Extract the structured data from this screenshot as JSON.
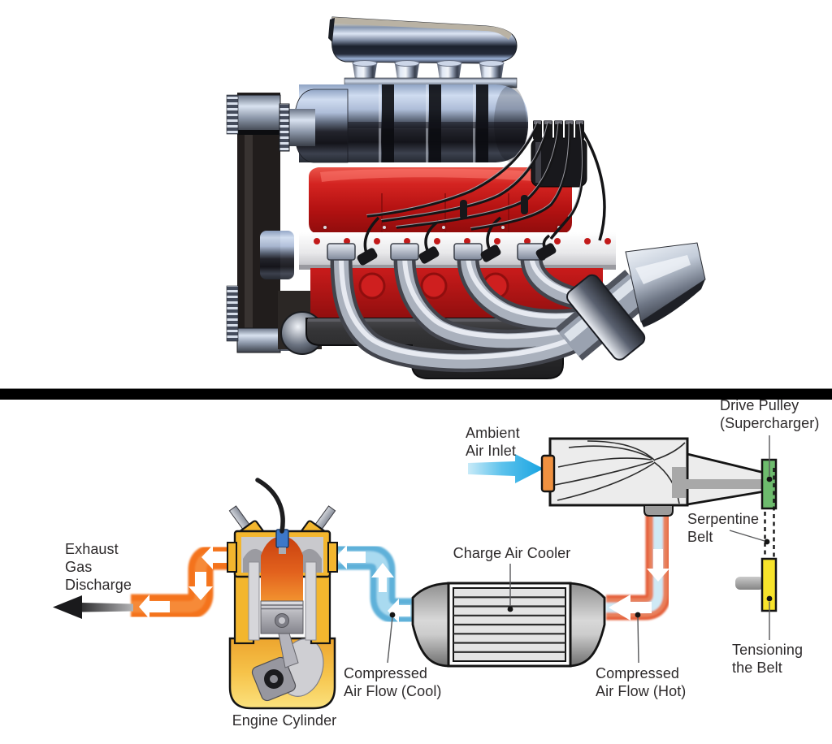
{
  "page": {
    "background": "#ffffff",
    "divider_color": "#000000"
  },
  "labels": {
    "ambient_air_inlet": "Ambient\nAir Inlet",
    "drive_pulley": "Drive Pulley\n(Supercharger)",
    "serpentine_belt": "Serpentine\nBelt",
    "tensioning_the_belt": "Tensioning\nthe Belt",
    "charge_air_cooler": "Charge Air Cooler",
    "compressed_air_cool": "Compressed\nAir Flow (Cool)",
    "compressed_air_hot": "Compressed\nAir Flow (Hot)",
    "exhaust_gas_discharge": "Exhaust\nGas\nDischarge",
    "engine_cylinder": "Engine Cylinder"
  },
  "colors": {
    "label_text": "#2d2a2b",
    "outline_black": "#141414",
    "ambient_arrow_blue": "#1ba6e3",
    "cool_pipe_blue": "#5fb1d9",
    "hot_pipe_edge_orange_red": "#e4603a",
    "hot_pipe_core_pale_blue": "#cfe9f5",
    "exhaust_pipe_orange": "#f4731d",
    "discharge_arrow_black": "#1a1a1c",
    "supercharger_housing_gray": "#ececec",
    "inlet_port_orange": "#f09140",
    "drive_pulley_green": "#6dbb6d",
    "tensioner_pulley_yellow": "#f7e32b",
    "cooler_fin_gray": "#e4e4e4",
    "engine_cylinder_yellow": "#f3b62e",
    "combustion_orange": "#e2611d",
    "valve_cover_red": "#c81d1d"
  }
}
